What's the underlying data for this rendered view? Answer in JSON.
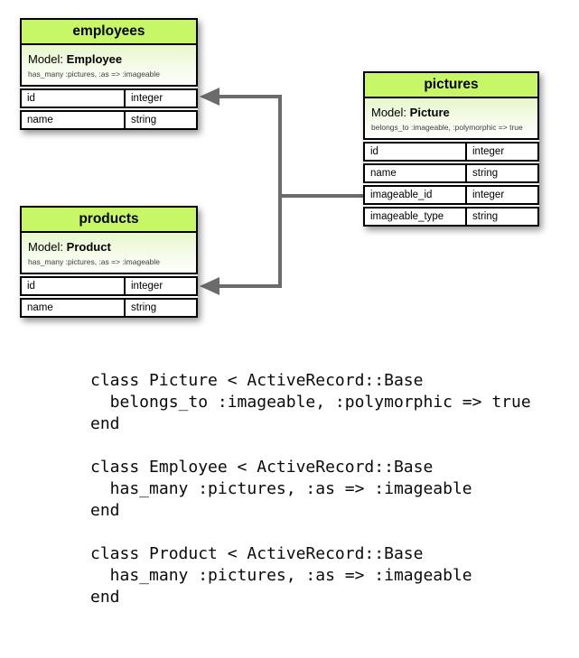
{
  "colors": {
    "header-green": "#c7f766",
    "model-green-top": "#e6f7cc",
    "connector-gray": "#6b6b6b"
  },
  "diagram": {
    "tables": [
      {
        "title": "employees",
        "model_label": "Model:",
        "model_name": "Employee",
        "association": "has_many :pictures, :as => :imageable",
        "columns": [
          {
            "name": "id",
            "type": "integer"
          },
          {
            "name": "name",
            "type": "string"
          }
        ]
      },
      {
        "title": "pictures",
        "model_label": "Model:",
        "model_name": "Picture",
        "association": "belongs_to :imageable, :polymorphic => true",
        "columns": [
          {
            "name": "id",
            "type": "integer"
          },
          {
            "name": "name",
            "type": "string"
          },
          {
            "name": "imageable_id",
            "type": "integer"
          },
          {
            "name": "imageable_type",
            "type": "string"
          }
        ]
      },
      {
        "title": "products",
        "model_label": "Model:",
        "model_name": "Product",
        "association": "has_many :pictures, :as => :imageable",
        "columns": [
          {
            "name": "id",
            "type": "integer"
          },
          {
            "name": "name",
            "type": "string"
          }
        ]
      }
    ]
  },
  "code": {
    "blocks": [
      {
        "lines": [
          "class Picture < ActiveRecord::Base",
          "  belongs_to :imageable, :polymorphic => true",
          "end"
        ]
      },
      {
        "lines": [
          "class Employee < ActiveRecord::Base",
          "  has_many :pictures, :as => :imageable",
          "end"
        ]
      },
      {
        "lines": [
          "class Product < ActiveRecord::Base",
          "  has_many :pictures, :as => :imageable",
          "end"
        ]
      }
    ]
  }
}
